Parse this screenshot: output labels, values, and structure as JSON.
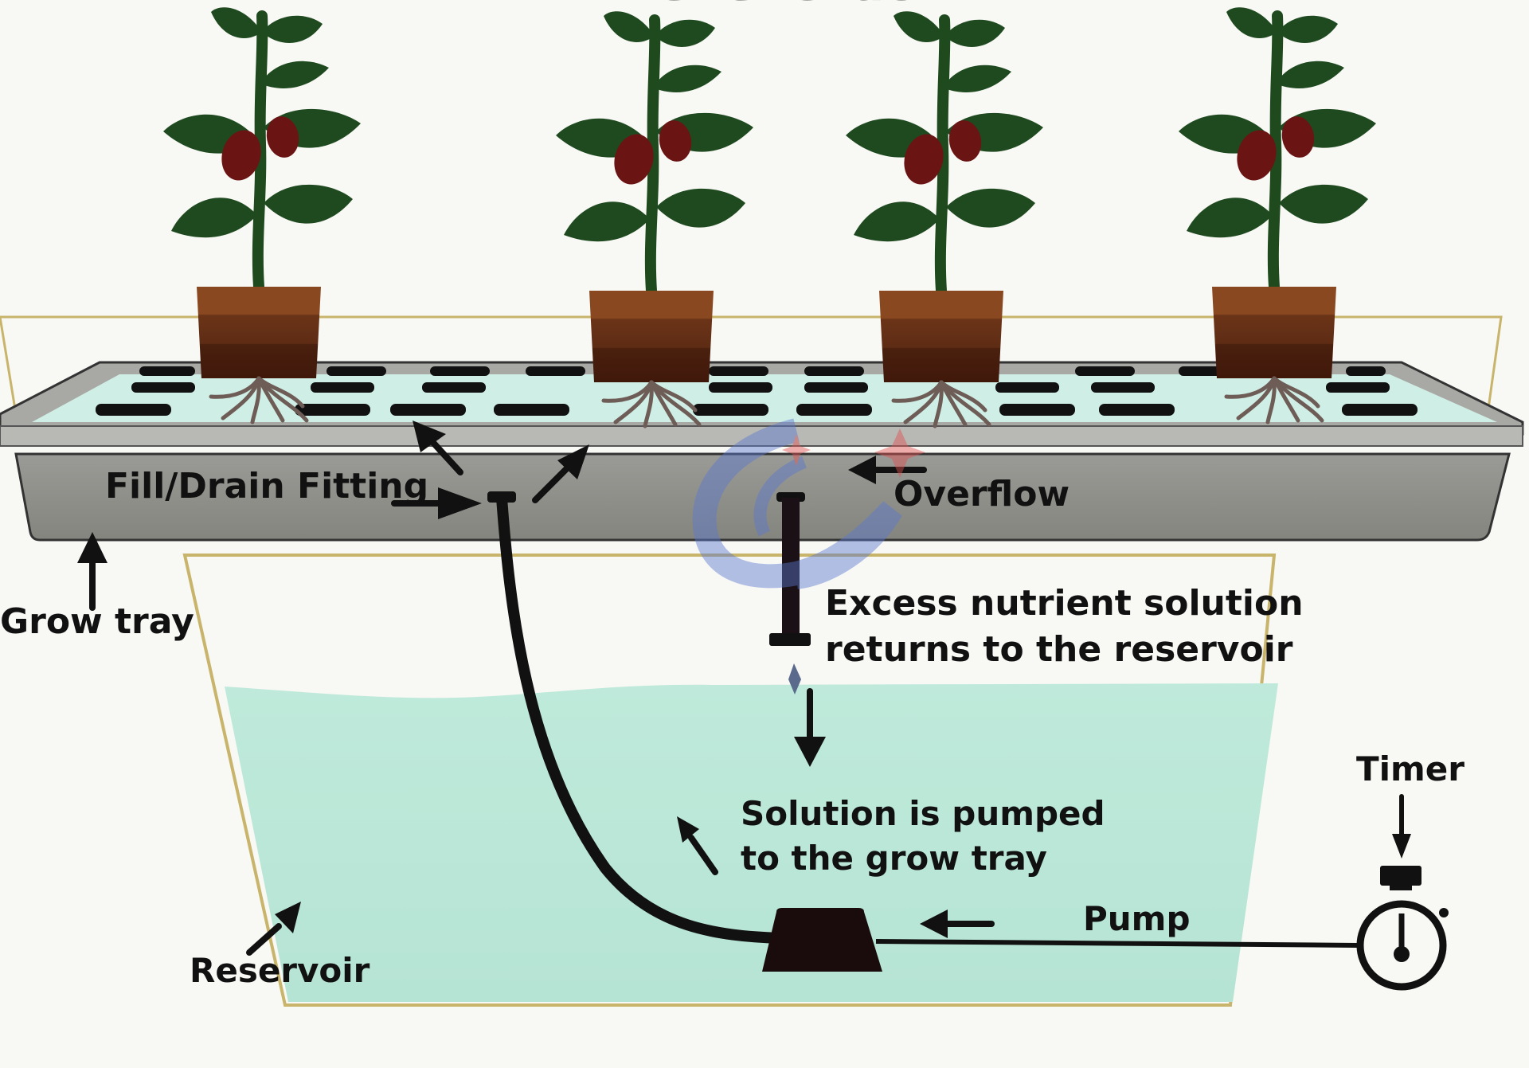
{
  "diagram": {
    "type": "ebb-and-flow hydroponic system",
    "plants": [
      {
        "name": "pepper plant 1",
        "fruit_count": 2
      },
      {
        "name": "pepper plant 2",
        "fruit_count": 2
      },
      {
        "name": "pepper plant 3",
        "fruit_count": 2
      },
      {
        "name": "pepper plant 4",
        "fruit_count": 2
      }
    ],
    "labels": {
      "fill_drain": "Fill/Drain Fitting",
      "overflow": "Overflow",
      "grow_tray": "Grow tray",
      "excess_line1": "Excess nutrient solution",
      "excess_line2": "returns to the reservoir",
      "pumped_line1": "Solution is pumped",
      "pumped_line2": "to the grow tray",
      "pump": "Pump",
      "timer": "Timer",
      "reservoir": "Reservoir"
    },
    "watermark": "Chenchao",
    "colors": {
      "background": "#f8f8f4",
      "tray": "#8c8c88",
      "tray_rim": "#b8b8b4",
      "solution": "#bde8d8",
      "tray_water": "#cfeee6",
      "pot": "#7a3b1a",
      "leaf": "#1f4a20",
      "fruit": "#6a1414",
      "reservoir_edge": "#c8b46a",
      "watermark_blue": "#5a78d0",
      "watermark_red": "#e05050"
    }
  }
}
